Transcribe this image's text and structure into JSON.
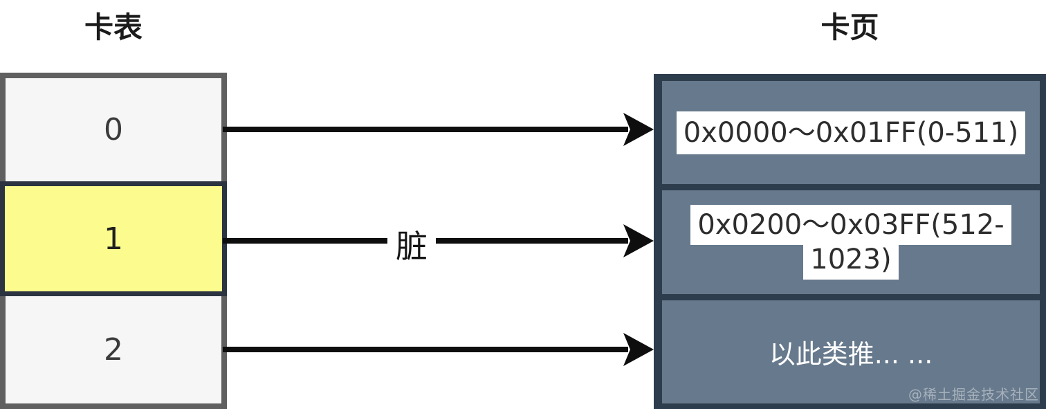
{
  "titles": {
    "left": "卡表",
    "right": "卡页"
  },
  "card_table": {
    "cells": [
      {
        "label": "0",
        "highlighted": false
      },
      {
        "label": "1",
        "highlighted": true
      },
      {
        "label": "2",
        "highlighted": false
      }
    ]
  },
  "arrows": [
    {
      "label": ""
    },
    {
      "label": "脏"
    },
    {
      "label": ""
    }
  ],
  "card_pages": {
    "cells": [
      {
        "text": "0x0000～0x01FF(0-511)",
        "highlighted": true
      },
      {
        "text": "0x0200～0x03FF(512-1023)",
        "highlighted": true
      },
      {
        "text": "以此类推... ...",
        "highlighted": false
      }
    ]
  },
  "watermark": "@稀土掘金技术社区",
  "colors": {
    "highlight_yellow": "#fbfb8e",
    "highlight_border": "#2b3440",
    "cell_light": "#f5f6f5",
    "table_border_gray": "#606060",
    "panel_dark_navy": "#2e3d4d",
    "panel_slate_fill": "#67798c",
    "arrow_black": "#0e0e0e",
    "text_highlight_bg": "#ffffff"
  }
}
